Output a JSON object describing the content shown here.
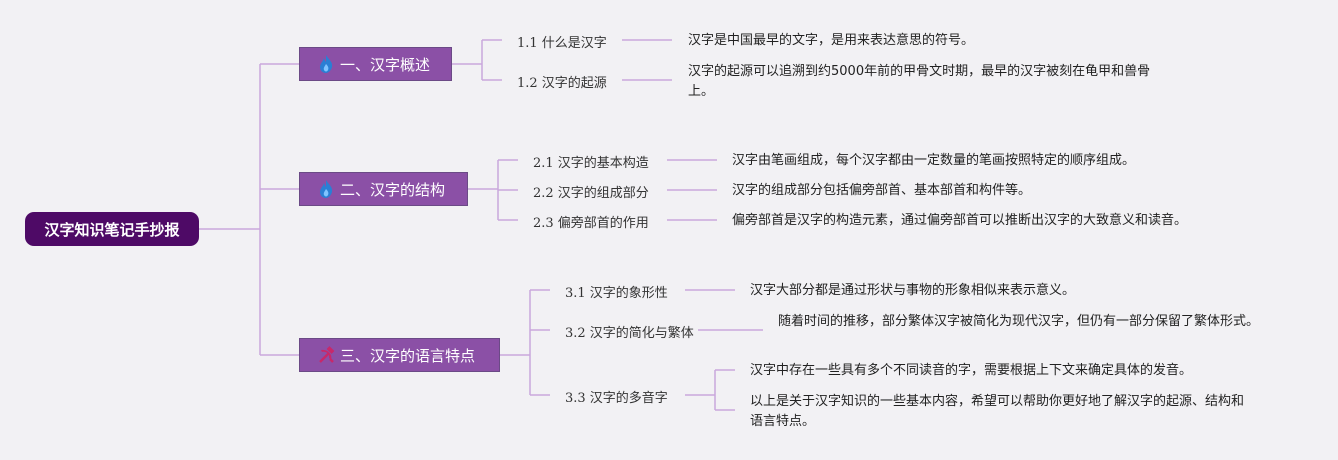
{
  "root": {
    "label": "汉字知识笔记手抄报"
  },
  "branches": [
    {
      "label": "一、汉字概述",
      "icon": "flame-icon",
      "children": [
        {
          "label": "1.1 什么是汉字",
          "details": [
            "汉字是中国最早的文字，是用来表达意思的符号。"
          ]
        },
        {
          "label": "1.2 汉字的起源",
          "details": [
            "汉字的起源可以追溯到约5000年前的甲骨文时期，最早的汉字被刻在龟甲和兽骨上。"
          ]
        }
      ]
    },
    {
      "label": "二、汉字的结构",
      "icon": "flame-icon",
      "children": [
        {
          "label": "2.1 汉字的基本构造",
          "details": [
            "汉字由笔画组成，每个汉字都由一定数量的笔画按照特定的顺序组成。"
          ]
        },
        {
          "label": "2.2 汉字的组成部分",
          "details": [
            "汉字的组成部分包括偏旁部首、基本部首和构件等。"
          ]
        },
        {
          "label": "2.3 偏旁部首的作用",
          "details": [
            "偏旁部首是汉字的构造元素，通过偏旁部首可以推断出汉字的大致意义和读音。"
          ]
        }
      ]
    },
    {
      "label": "三、汉字的语言特点",
      "icon": "hammer-sickle-icon",
      "children": [
        {
          "label": "3.1 汉字的象形性",
          "details": [
            "汉字大部分都是通过形状与事物的形象相似来表示意义。"
          ]
        },
        {
          "label": "3.2 汉字的简化与繁体",
          "details": [
            "随着时间的推移，部分繁体汉字被简化为现代汉字，但仍有一部分保留了繁体形式。"
          ]
        },
        {
          "label": "3.3 汉字的多音字",
          "details": [
            "汉字中存在一些具有多个不同读音的字，需要根据上下文来确定具体的发音。",
            "以上是关于汉字知识的一些基本内容，希望可以帮助你更好地了解汉字的起源、结构和语言特点。"
          ]
        }
      ]
    }
  ],
  "colors": {
    "root": "#4e0a66",
    "branch": "#8b50a6",
    "line": "#c9a7dc",
    "icon_blue": "#2a7fd4",
    "icon_red": "#c8286a"
  }
}
